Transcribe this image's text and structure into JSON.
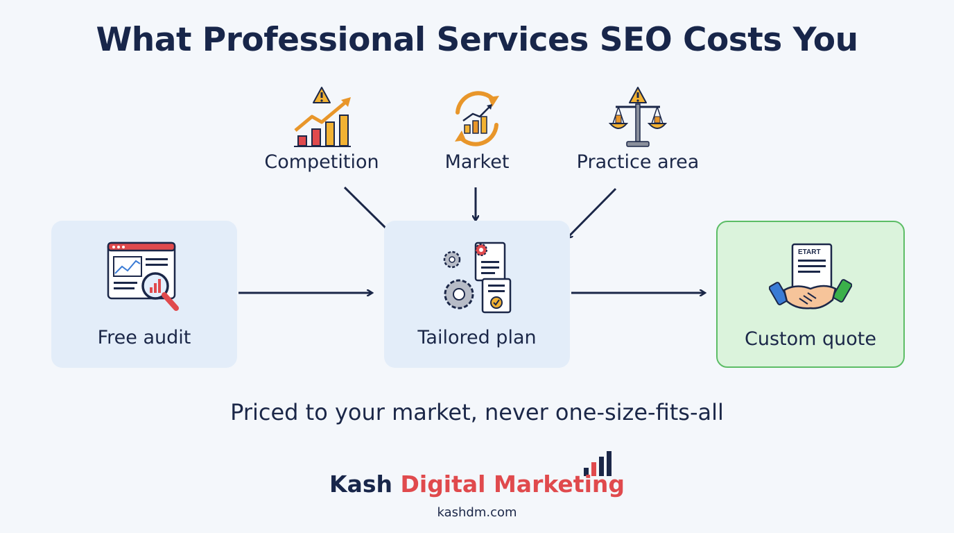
{
  "title": "What Professional Services SEO Costs You",
  "factors": [
    {
      "label": "Competition",
      "icon": "warning-growth-chart-icon"
    },
    {
      "label": "Market",
      "icon": "cycle-growth-chart-icon"
    },
    {
      "label": "Practice area",
      "icon": "warning-scales-icon"
    }
  ],
  "flow": [
    {
      "label": "Free audit",
      "icon": "browser-magnifier-chart-icon"
    },
    {
      "label": "Tailored plan",
      "icon": "gears-documents-icon"
    },
    {
      "label": "Custom quote",
      "icon": "handshake-contract-icon",
      "doc_text": "ETART"
    }
  ],
  "tagline": "Priced to your market, never one-size-fits-all",
  "brand": {
    "name_part1": "Kash",
    "name_part2": "Digital Marketing",
    "url": "kashdm.com"
  },
  "colors": {
    "navy": "#18264a",
    "accent_red": "#e04a4d",
    "box_blue": "#e3edf9",
    "box_green": "#dbf3dc",
    "green_border": "#5cbd66",
    "icon_orange": "#e8962a",
    "background": "#f4f7fb"
  }
}
